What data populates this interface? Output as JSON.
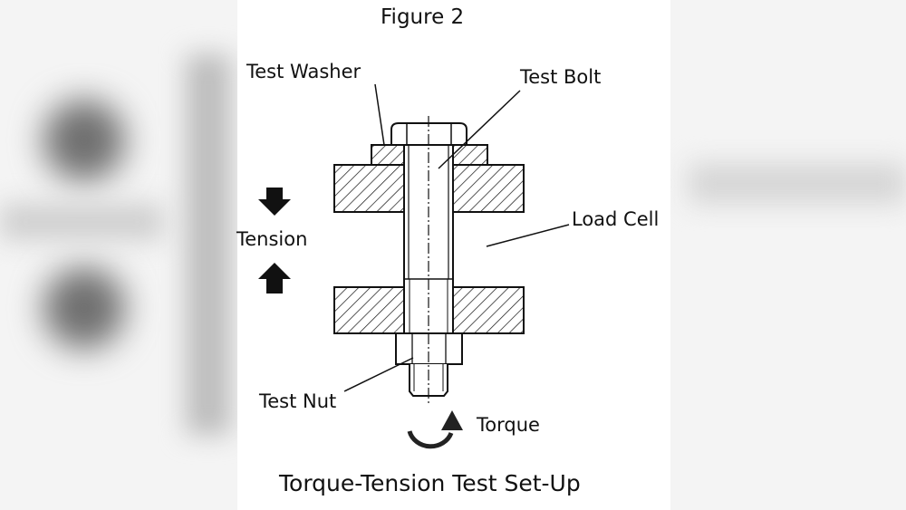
{
  "figure_title": "Figure 2",
  "caption": "Torque-Tension Test Set-Up",
  "labels": {
    "test_washer": "Test Washer",
    "test_bolt": "Test Bolt",
    "load_cell": "Load Cell",
    "tension": "Tension",
    "test_nut": "Test Nut",
    "torque": "Torque"
  },
  "icons": {
    "tension_down": "arrow-down-icon",
    "tension_up": "arrow-up-icon",
    "torque": "rotate-arrow-icon"
  },
  "colors": {
    "ink": "#111111",
    "paper": "#ffffff",
    "background": "#f4f4f4"
  }
}
